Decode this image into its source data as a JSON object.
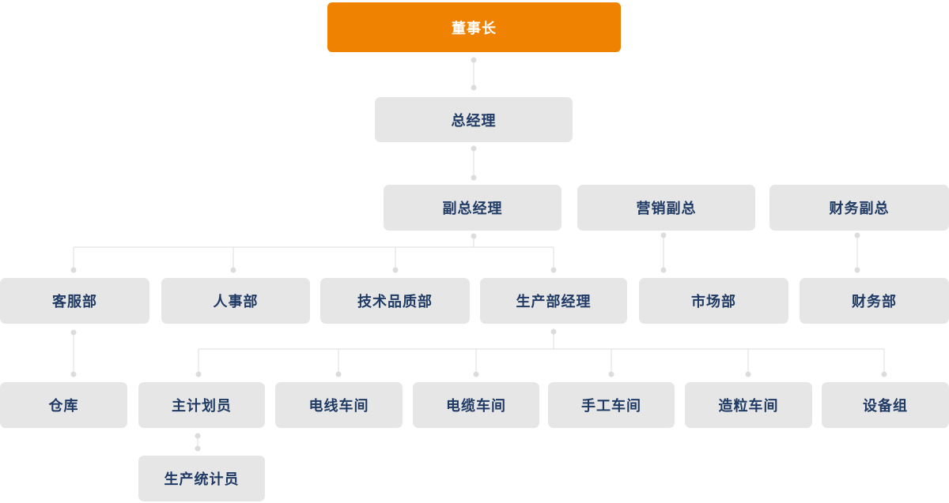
{
  "chart_title": "",
  "palette": {
    "root_bg": "#ef8200",
    "root_text": "#ffffff",
    "node_bg": "#e6e6e6",
    "node_text": "#1f3a64",
    "line": "#e3e3e3",
    "dot": "#dcdcdc",
    "canvas_bg": "#ffffff"
  },
  "nodes": [
    {
      "id": "chairman",
      "label": "董事长",
      "level": 0,
      "parent": null,
      "highlight": true
    },
    {
      "id": "general-manager",
      "label": "总经理",
      "level": 1,
      "parent": "chairman"
    },
    {
      "id": "deputy-general-manager",
      "label": "副总经理",
      "level": 2,
      "parent": "general-manager"
    },
    {
      "id": "marketing-vp",
      "label": "营销副总",
      "level": 2,
      "parent": "general-manager"
    },
    {
      "id": "finance-vp",
      "label": "财务副总",
      "level": 2,
      "parent": "general-manager"
    },
    {
      "id": "customer-service-dept",
      "label": "客服部",
      "level": 3,
      "parent": "deputy-general-manager"
    },
    {
      "id": "hr-dept",
      "label": "人事部",
      "level": 3,
      "parent": "deputy-general-manager"
    },
    {
      "id": "tech-quality-dept",
      "label": "技术品质部",
      "level": 3,
      "parent": "deputy-general-manager"
    },
    {
      "id": "production-dept-manager",
      "label": "生产部经理",
      "level": 3,
      "parent": "deputy-general-manager"
    },
    {
      "id": "market-dept",
      "label": "市场部",
      "level": 3,
      "parent": "marketing-vp"
    },
    {
      "id": "finance-dept",
      "label": "财务部",
      "level": 3,
      "parent": "finance-vp"
    },
    {
      "id": "warehouse",
      "label": "仓库",
      "level": 4,
      "parent": "customer-service-dept"
    },
    {
      "id": "chief-planner",
      "label": "主计划员",
      "level": 4,
      "parent": "production-dept-manager"
    },
    {
      "id": "wire-workshop",
      "label": "电线车间",
      "level": 4,
      "parent": "production-dept-manager"
    },
    {
      "id": "cable-workshop",
      "label": "电缆车间",
      "level": 4,
      "parent": "production-dept-manager"
    },
    {
      "id": "manual-workshop",
      "label": "手工车间",
      "level": 4,
      "parent": "production-dept-manager"
    },
    {
      "id": "granulation-workshop",
      "label": "造粒车间",
      "level": 4,
      "parent": "production-dept-manager"
    },
    {
      "id": "equipment-group",
      "label": "设备组",
      "level": 4,
      "parent": "production-dept-manager"
    },
    {
      "id": "production-statistician",
      "label": "生产统计员",
      "level": 5,
      "parent": "chief-planner"
    }
  ]
}
